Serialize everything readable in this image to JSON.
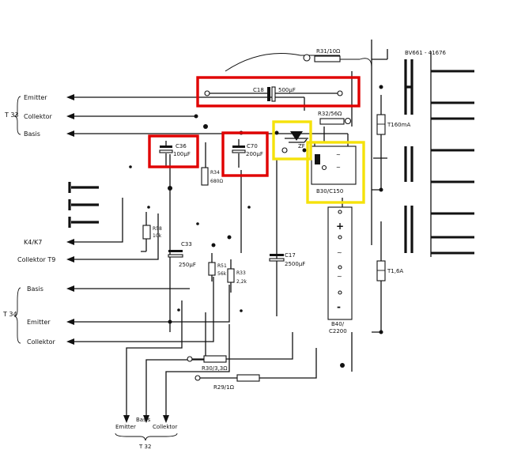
{
  "transformer": {
    "label": "BV661 - 41676"
  },
  "left_labels": {
    "t33": "T 33",
    "t34": "T 34",
    "emitter": "Emitter",
    "collektor": "Collektor",
    "basis": "Basis",
    "k4k7": "K4/K7",
    "collektor_t9": "Collektor T9",
    "basis2": "Basis",
    "emitter2": "Emitter",
    "collektor2": "Collektor"
  },
  "bottom_labels": {
    "basis": "Basis",
    "emitter": "Emitter",
    "collektor": "Collektor",
    "t32": "T 32"
  },
  "components": {
    "r31": "R31/10Ω",
    "c18": "C18",
    "c18_value": "500μF",
    "r32": "R32/56Ω",
    "c36": "C36",
    "c36_value": "100μF",
    "c70": "C70",
    "c70_value": "200μF",
    "zener": "ZF",
    "r34": "R34",
    "r34_value": "680Ω",
    "r58": "R58",
    "r58_value": "10k",
    "c33": "C33",
    "c33_value": "250μF",
    "c17": "C17",
    "c17_value": "2500μF",
    "r51": "R51",
    "r51_value": "56k",
    "r33": "R33",
    "r33_value": "2,2k",
    "bridge1": "B30/C150",
    "bridge2_a": "B40/",
    "bridge2_b": "C2200",
    "fuse1": "T160mA",
    "fuse2": "T1,6A",
    "r30": "R30/3,3Ω",
    "r29": "R29/1Ω",
    "plus": "+",
    "minus": "-",
    "ac": "~"
  },
  "highlights": {
    "red_color": "#e00000",
    "yellow_color": "#f5e20a"
  }
}
